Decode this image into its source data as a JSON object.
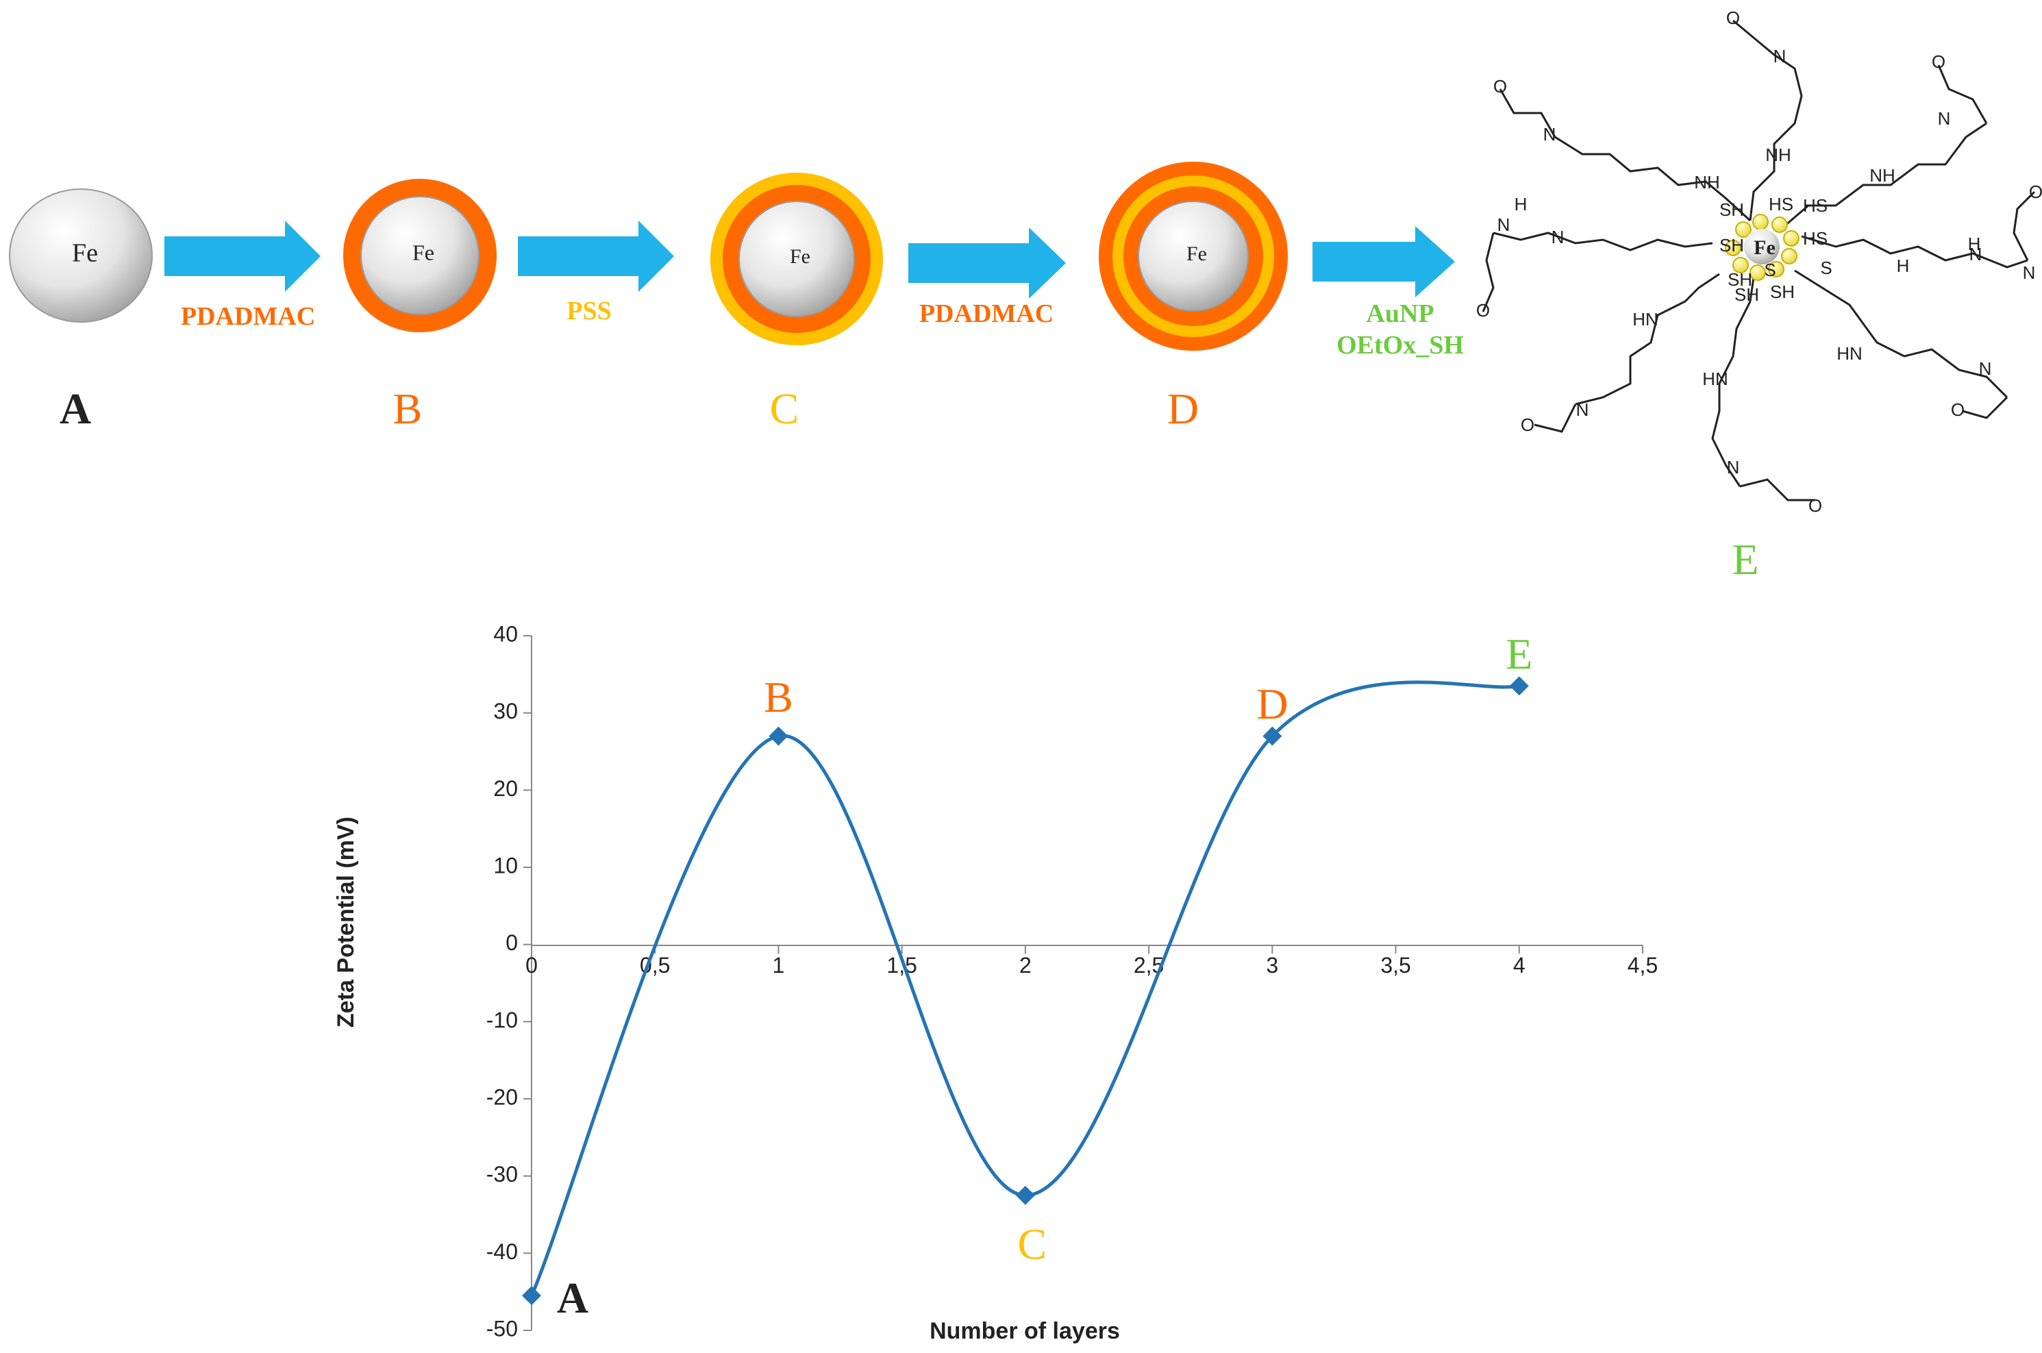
{
  "colors": {
    "orange": "#FF6A00",
    "yellow": "#FFC000",
    "green": "#6BCB3C",
    "arrow": "#22B2EA",
    "series": "#2474B5",
    "black": "#222222"
  },
  "scheme": {
    "core_label": "Fe",
    "steps": [
      {
        "letter": "A",
        "color": "black",
        "layers": []
      },
      {
        "letter": "B",
        "color": "orange",
        "layers": [
          "orange"
        ]
      },
      {
        "letter": "C",
        "color": "yellow",
        "layers": [
          "yellow",
          "orange"
        ]
      },
      {
        "letter": "D",
        "color": "orange",
        "layers": [
          "orange",
          "yellow",
          "orange"
        ]
      },
      {
        "letter": "E",
        "color": "green",
        "layers": []
      }
    ],
    "arrows": [
      {
        "lines": [
          "PDADMAC"
        ],
        "color": "orange"
      },
      {
        "lines": [
          "PSS"
        ],
        "color": "yellow"
      },
      {
        "lines": [
          "PDADMAC"
        ],
        "color": "orange"
      },
      {
        "lines": [
          "AuNP",
          "OEtOx_SH"
        ],
        "color": "green"
      }
    ],
    "molecule": {
      "center_label": "Fe",
      "labels": [
        "N",
        "N",
        "N",
        "N",
        "N",
        "N",
        "N",
        "N",
        "O",
        "O",
        "O",
        "O",
        "O",
        "O",
        "O",
        "O",
        "NH",
        "NH",
        "NH",
        "H",
        "N",
        "HN",
        "HN",
        "HN",
        "H",
        "N",
        "H",
        "SH",
        "HS",
        "HS",
        "HS",
        "SH",
        "SH",
        "SH",
        "S",
        "S",
        "SH"
      ]
    }
  },
  "chart_data": {
    "type": "scatter",
    "title": "",
    "xlabel": "Number of layers",
    "ylabel": "Zeta Potential (mV)",
    "xlim": [
      0,
      4.5
    ],
    "ylim": [
      -50,
      40
    ],
    "x_ticks": [
      "0",
      "0,5",
      "1",
      "1,5",
      "2",
      "2,5",
      "3",
      "3,5",
      "4",
      "4,5"
    ],
    "y_ticks": [
      "40",
      "30",
      "20",
      "10",
      "0",
      "-10",
      "-20",
      "-30",
      "-40",
      "-50"
    ],
    "grid": false,
    "legend": "none",
    "line_style": "smooth",
    "series": [
      {
        "points": [
          {
            "x": 0,
            "y": -45.5,
            "label": "A",
            "label_color": "black"
          },
          {
            "x": 1,
            "y": 27,
            "label": "B",
            "label_color": "orange"
          },
          {
            "x": 2,
            "y": -32.5,
            "label": "C",
            "label_color": "yellow"
          },
          {
            "x": 3,
            "y": 27,
            "label": "D",
            "label_color": "orange"
          },
          {
            "x": 4,
            "y": 33.5,
            "label": "E",
            "label_color": "green"
          }
        ]
      }
    ]
  }
}
